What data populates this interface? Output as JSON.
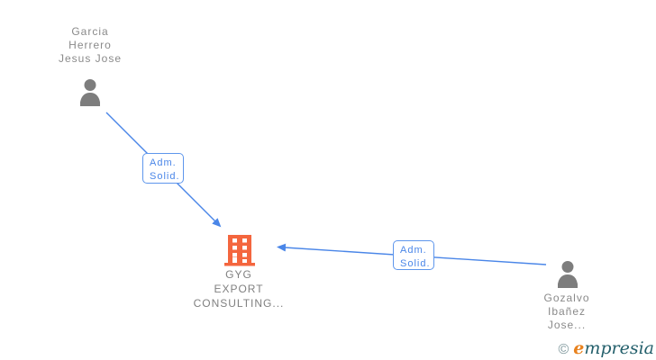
{
  "diagram": {
    "nodes": {
      "person1": {
        "type": "person",
        "name_lines": [
          "Garcia",
          "Herrero",
          "Jesus Jose"
        ]
      },
      "company": {
        "type": "company",
        "name_lines": [
          "GYG",
          "EXPORT",
          "CONSULTING..."
        ]
      },
      "person2": {
        "type": "person",
        "name_lines": [
          "Gozalvo",
          "Ibañez",
          "Jose..."
        ]
      }
    },
    "edges": [
      {
        "from": "person1",
        "to": "company",
        "label_lines": [
          "Adm.",
          "Solid."
        ]
      },
      {
        "from": "person2",
        "to": "company",
        "label_lines": [
          "Adm.",
          "Solid."
        ]
      }
    ]
  },
  "watermark": {
    "copyright": "©",
    "brand_initial": "e",
    "brand_rest": "mpresia"
  },
  "colors": {
    "edge_blue": "#4a86e8",
    "edge_label_border": "#5e96ec",
    "building_orange": "#f4663e",
    "person_icon_gray": "#7d7d7d",
    "node_text_gray": "#8a8a8a",
    "logo_orange": "#e8821e",
    "logo_teal": "#235f6b",
    "background": "#ffffff"
  }
}
